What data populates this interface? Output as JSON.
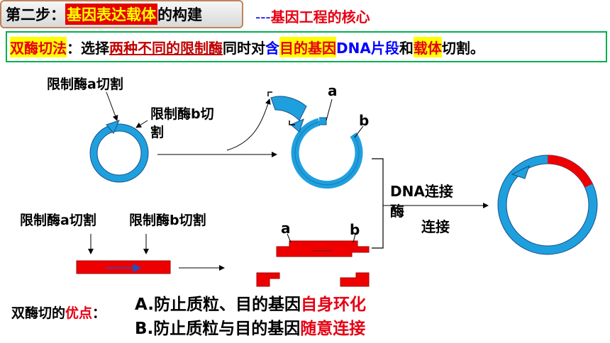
{
  "title": {
    "step": "第二步：",
    "highlight": "基因表达载体",
    "rest": "的构建",
    "tag_dash": "---",
    "tag": "基因工程的核心"
  },
  "method": {
    "name": "双酶切法",
    "colon": "：选择",
    "p1": "两种不同的限制酶",
    "p2": "同时对",
    "p3": "含",
    "p4": "目的基因",
    "p5": "DNA片段",
    "p6": "和",
    "p7": "载体",
    "p8": "切割。"
  },
  "diagram": {
    "enzyme_a_cut": "限制酶a切割",
    "enzyme_b_cut_line1": "限制酶b切",
    "enzyme_b_cut_line2": "割",
    "label_a_top": "a",
    "label_b_top": "b",
    "label_a_mid": "a",
    "label_b_mid": "b",
    "enzyme_a_cut_2": "限制酶a切割",
    "enzyme_b_cut_2": "限制酶b切割",
    "ligase_line1": "DNA连接",
    "ligase_line2": "酶",
    "ligate": "连接",
    "colors": {
      "plasmid": "#1fa0de",
      "dna": "#ee0000",
      "arrow": "#000000"
    }
  },
  "advantages": {
    "title_prefix": "双酶切的",
    "title_hl": "优点",
    "title_suffix": "：",
    "a_prefix": "A.防止质粒、目的基因",
    "a_hl": "自身环化",
    "b_prefix": "B.防止质粒与目的基因",
    "b_hl": "随意连接"
  }
}
